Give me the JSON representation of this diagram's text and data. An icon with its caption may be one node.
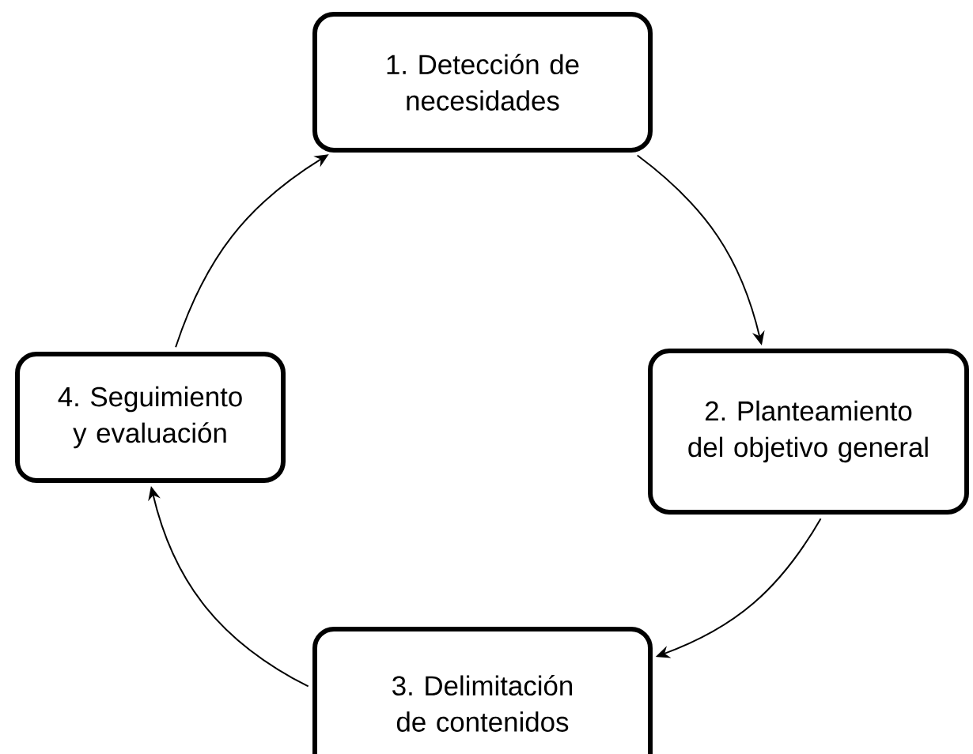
{
  "diagram": {
    "nodes": [
      {
        "text": [
          "1. Detección de necesidades"
        ]
      },
      {
        "text": [
          "2. Planteamiento del objetivo general"
        ]
      },
      {
        "text": [
          "3. Delimitación de contenidos"
        ]
      },
      {
        "text": [
          "4. Seguimiento y evaluación"
        ]
      }
    ],
    "edges": [
      {
        "from": 0,
        "to": 1,
        "arrow": "to"
      },
      {
        "from": 1,
        "to": 2,
        "arrow": "to"
      },
      {
        "from": 2,
        "to": 3,
        "arrow": "to"
      },
      {
        "from": 3,
        "to": 0,
        "arrow": "to"
      }
    ]
  }
}
